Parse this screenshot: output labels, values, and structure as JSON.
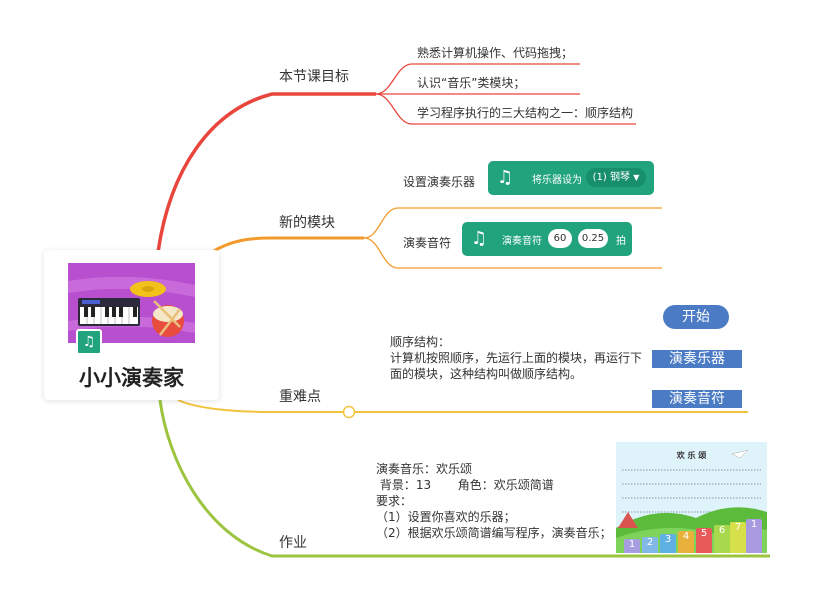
{
  "center": {
    "title": "小小演奏家",
    "badge_icon": "music-notes-icon"
  },
  "branches": {
    "goals": {
      "label": "本节课目标",
      "items": [
        "熟悉计算机操作、代码拖拽；",
        "认识“音乐”类模块；",
        "学习程序执行的三大结构之一：顺序结构"
      ]
    },
    "blocks": {
      "label": "新的模块",
      "set_instrument": {
        "label": "设置演奏乐器",
        "block_text": "将乐器设为",
        "dropdown_value": "(1) 钢琴"
      },
      "play_note": {
        "label": "演奏音符",
        "block_text": "演奏音符",
        "note": "60",
        "beats": "0.25",
        "unit": "拍"
      }
    },
    "key_points": {
      "label": "重难点",
      "text": [
        "顺序结构：",
        "计算机按照顺序，先运行上面的模块，再运行下",
        "面的模块，这种结构叫做顺序结构。"
      ],
      "flow": {
        "start": "开始",
        "steps": [
          "演奏乐器",
          "演奏音符"
        ]
      }
    },
    "homework": {
      "label": "作业",
      "text": [
        "演奏音乐：欢乐颂",
        " 背景：13       角色：欢乐颂简谱",
        "要求：",
        "（1）设置你喜欢的乐器；",
        "（2）根据欢乐颂简谱编写程序，演奏音乐；"
      ],
      "sheet": {
        "title": "欢 乐 颂",
        "keys": [
          "1",
          "2",
          "3",
          "4",
          "5",
          "6",
          "7",
          "1"
        ]
      }
    }
  },
  "colors": {
    "goals": "#e8463c",
    "blocks": "#f39a2c",
    "key_points": "#f2c43d",
    "homework": "#9dc43f",
    "block_green": "#21a47e",
    "flow_blue": "#4b7bc4"
  }
}
